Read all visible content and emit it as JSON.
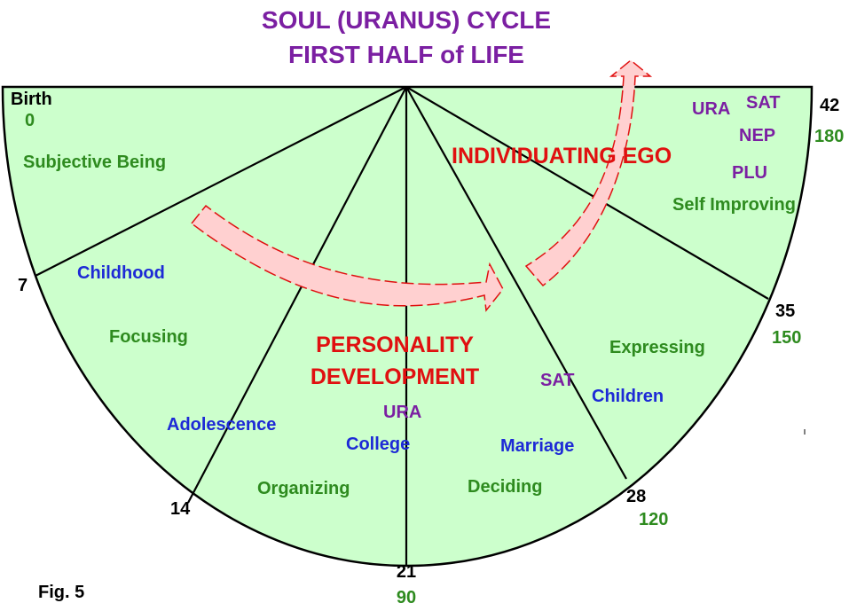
{
  "title": {
    "line1": "SOUL (URANUS) CYCLE",
    "line2": "FIRST HALF of LIFE"
  },
  "colors": {
    "title": "#7b1fa2",
    "fill": "#ccffcc",
    "stage": "#2e8b1f",
    "life_event": "#1d2ad6",
    "planet": "#7b1fa2",
    "headline": "#e01010",
    "arrow_fill": "#ffd0d0",
    "arrow_stroke": "#e01010",
    "outline": "#000000"
  },
  "boundaries": [
    {
      "age": "Birth",
      "degree": "0"
    },
    {
      "age": "7",
      "degree": ""
    },
    {
      "age": "14",
      "degree": ""
    },
    {
      "age": "21",
      "degree": "90"
    },
    {
      "age": "28",
      "degree": "120"
    },
    {
      "age": "35",
      "degree": "150"
    },
    {
      "age": "42",
      "degree": "180"
    }
  ],
  "stages": [
    "Subjective Being",
    "Focusing",
    "Organizing",
    "Deciding",
    "Expressing",
    "Self Improving"
  ],
  "life_events": [
    "Childhood",
    "Adolescence",
    "College",
    "Marriage",
    "Children"
  ],
  "planets": {
    "col_ura": "URA",
    "mar_sat": "SAT",
    "top_ura": "URA",
    "top_sat": "SAT",
    "top_nep": "NEP",
    "top_plu": "PLU"
  },
  "headlines": {
    "personality_line1": "PERSONALITY",
    "personality_line2": "DEVELOPMENT",
    "ego": "INDIVIDUATING EGO"
  },
  "figure_label": "Fig. 5"
}
